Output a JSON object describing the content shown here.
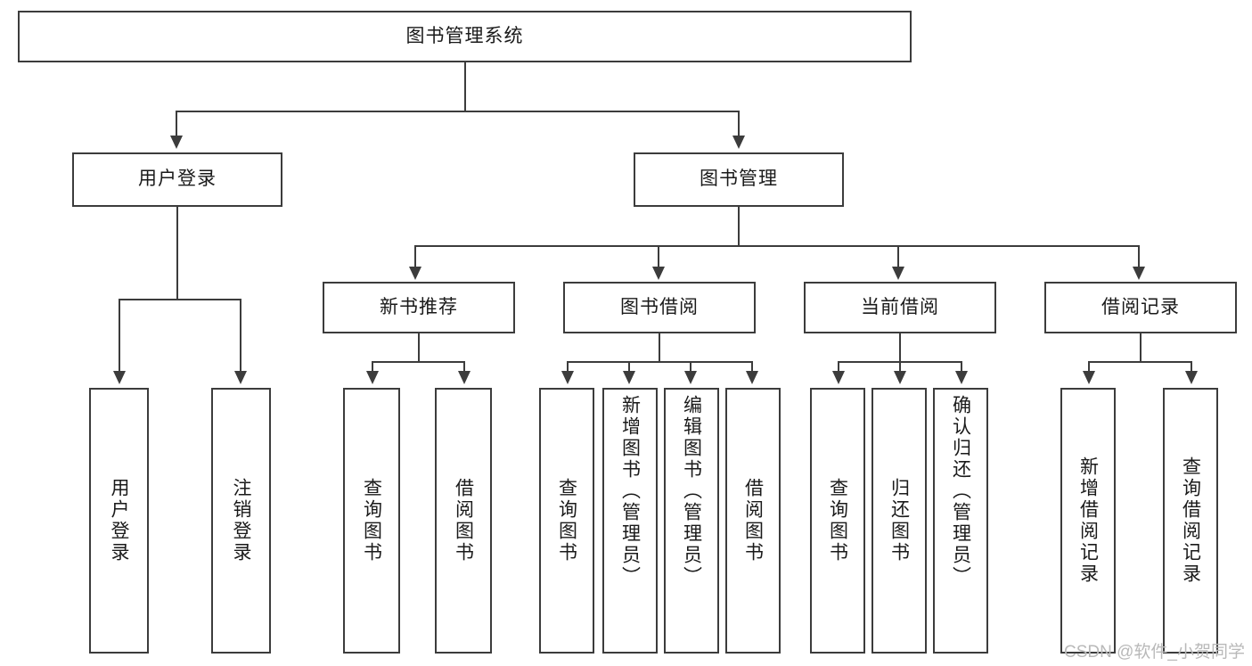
{
  "diagram": {
    "title": "图书管理系统",
    "type": "tree-hierarchy-diagram",
    "root": {
      "label": "图书管理系统"
    },
    "level2": [
      {
        "label": "用户登录"
      },
      {
        "label": "图书管理"
      }
    ],
    "level3": [
      {
        "label": "新书推荐"
      },
      {
        "label": "图书借阅"
      },
      {
        "label": "当前借阅"
      },
      {
        "label": "借阅记录"
      }
    ],
    "leaves": {
      "user_login": [
        {
          "label": "用户登录"
        },
        {
          "label": "注销登录"
        }
      ],
      "new_book_recommend": [
        {
          "label": "查询图书"
        },
        {
          "label": "借阅图书"
        }
      ],
      "book_borrow": [
        {
          "label": "查询图书"
        },
        {
          "label": "新增图书（管理员）"
        },
        {
          "label": "编辑图书（管理员）"
        },
        {
          "label": "借阅图书"
        }
      ],
      "current_borrow": [
        {
          "label": "查询图书"
        },
        {
          "label": "归还图书"
        },
        {
          "label": "确认归还（管理员）"
        }
      ],
      "borrow_record": [
        {
          "label": "新增借阅记录"
        },
        {
          "label": "查询借阅记录"
        }
      ]
    }
  },
  "watermark": {
    "text": "CSDN @软件_小贺同学"
  },
  "colors": {
    "stroke": "#3c3c3c",
    "fill": "#ffffff",
    "text": "#1a1a1a",
    "watermark": "#b9b9b9"
  }
}
